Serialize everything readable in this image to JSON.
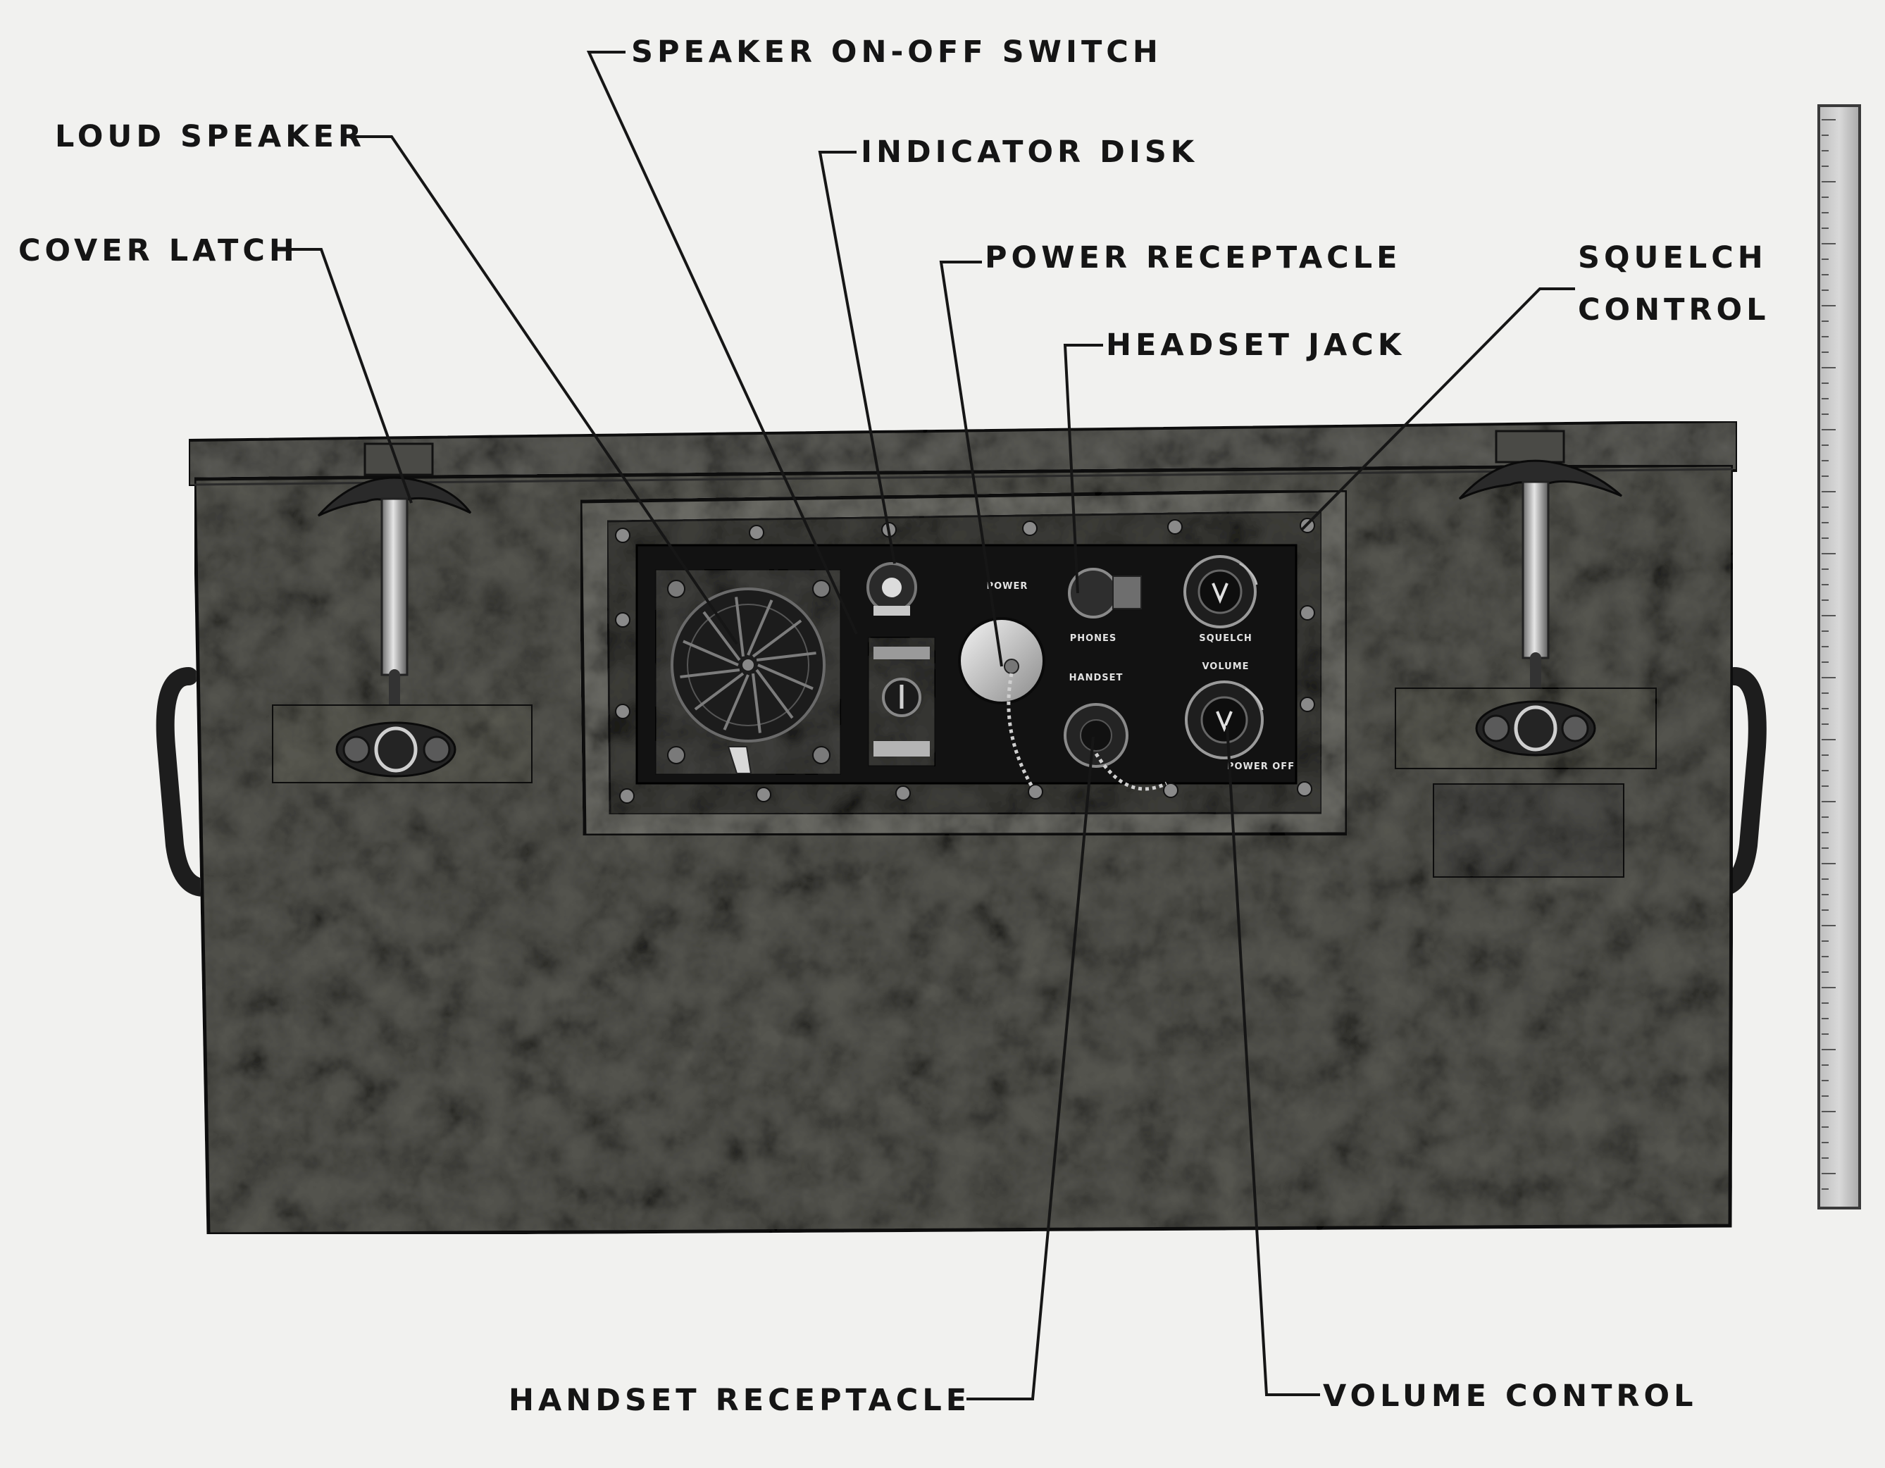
{
  "callouts": {
    "speaker_on_off_switch": "SPEAKER ON-OFF SWITCH",
    "loud_speaker": "LOUD SPEAKER",
    "indicator_disk": "INDICATOR DISK",
    "cover_latch": "COVER LATCH",
    "power_receptacle": "POWER RECEPTACLE",
    "squelch_control_line1": "SQUELCH",
    "squelch_control_line2": "CONTROL",
    "headset_jack": "HEADSET JACK",
    "handset_receptacle": "HANDSET RECEPTACLE",
    "volume_control": "VOLUME CONTROL"
  },
  "panel_labels": {
    "power": "POWER",
    "phones": "PHONES",
    "handset": "HANDSET",
    "squelch": "SQUELCH",
    "volume": "VOLUME",
    "power_off": "POWER OFF"
  },
  "colors": {
    "background": "#f1f1ef",
    "case_body": "#4e4e4a",
    "panel": "#121212",
    "ink": "#151515"
  }
}
